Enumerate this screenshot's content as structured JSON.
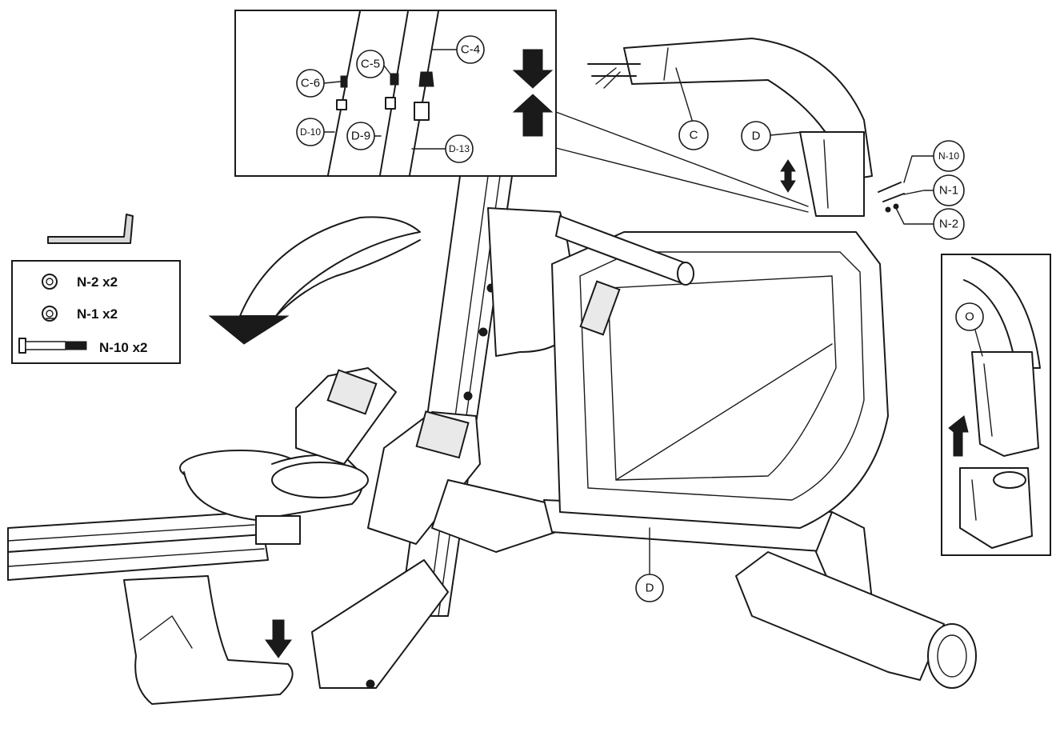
{
  "inset_cables": {
    "labels": [
      "C-6",
      "C-5",
      "C-4",
      "D-10",
      "D-9",
      "D-13"
    ]
  },
  "main": {
    "label_c": "C",
    "label_d_upper": "D",
    "label_d_lower": "D"
  },
  "bolt_callouts": [
    "N-10",
    "N-1",
    "N-2"
  ],
  "hardware": {
    "items": [
      {
        "label": "N-2 x2",
        "icon": "washer-icon"
      },
      {
        "label": "N-1 x2",
        "icon": "spring-washer-icon"
      },
      {
        "label": "N-10 x2",
        "icon": "bolt-icon"
      }
    ],
    "tool_icon": "allen-key-icon"
  },
  "detail_inset": {
    "label": "O"
  }
}
